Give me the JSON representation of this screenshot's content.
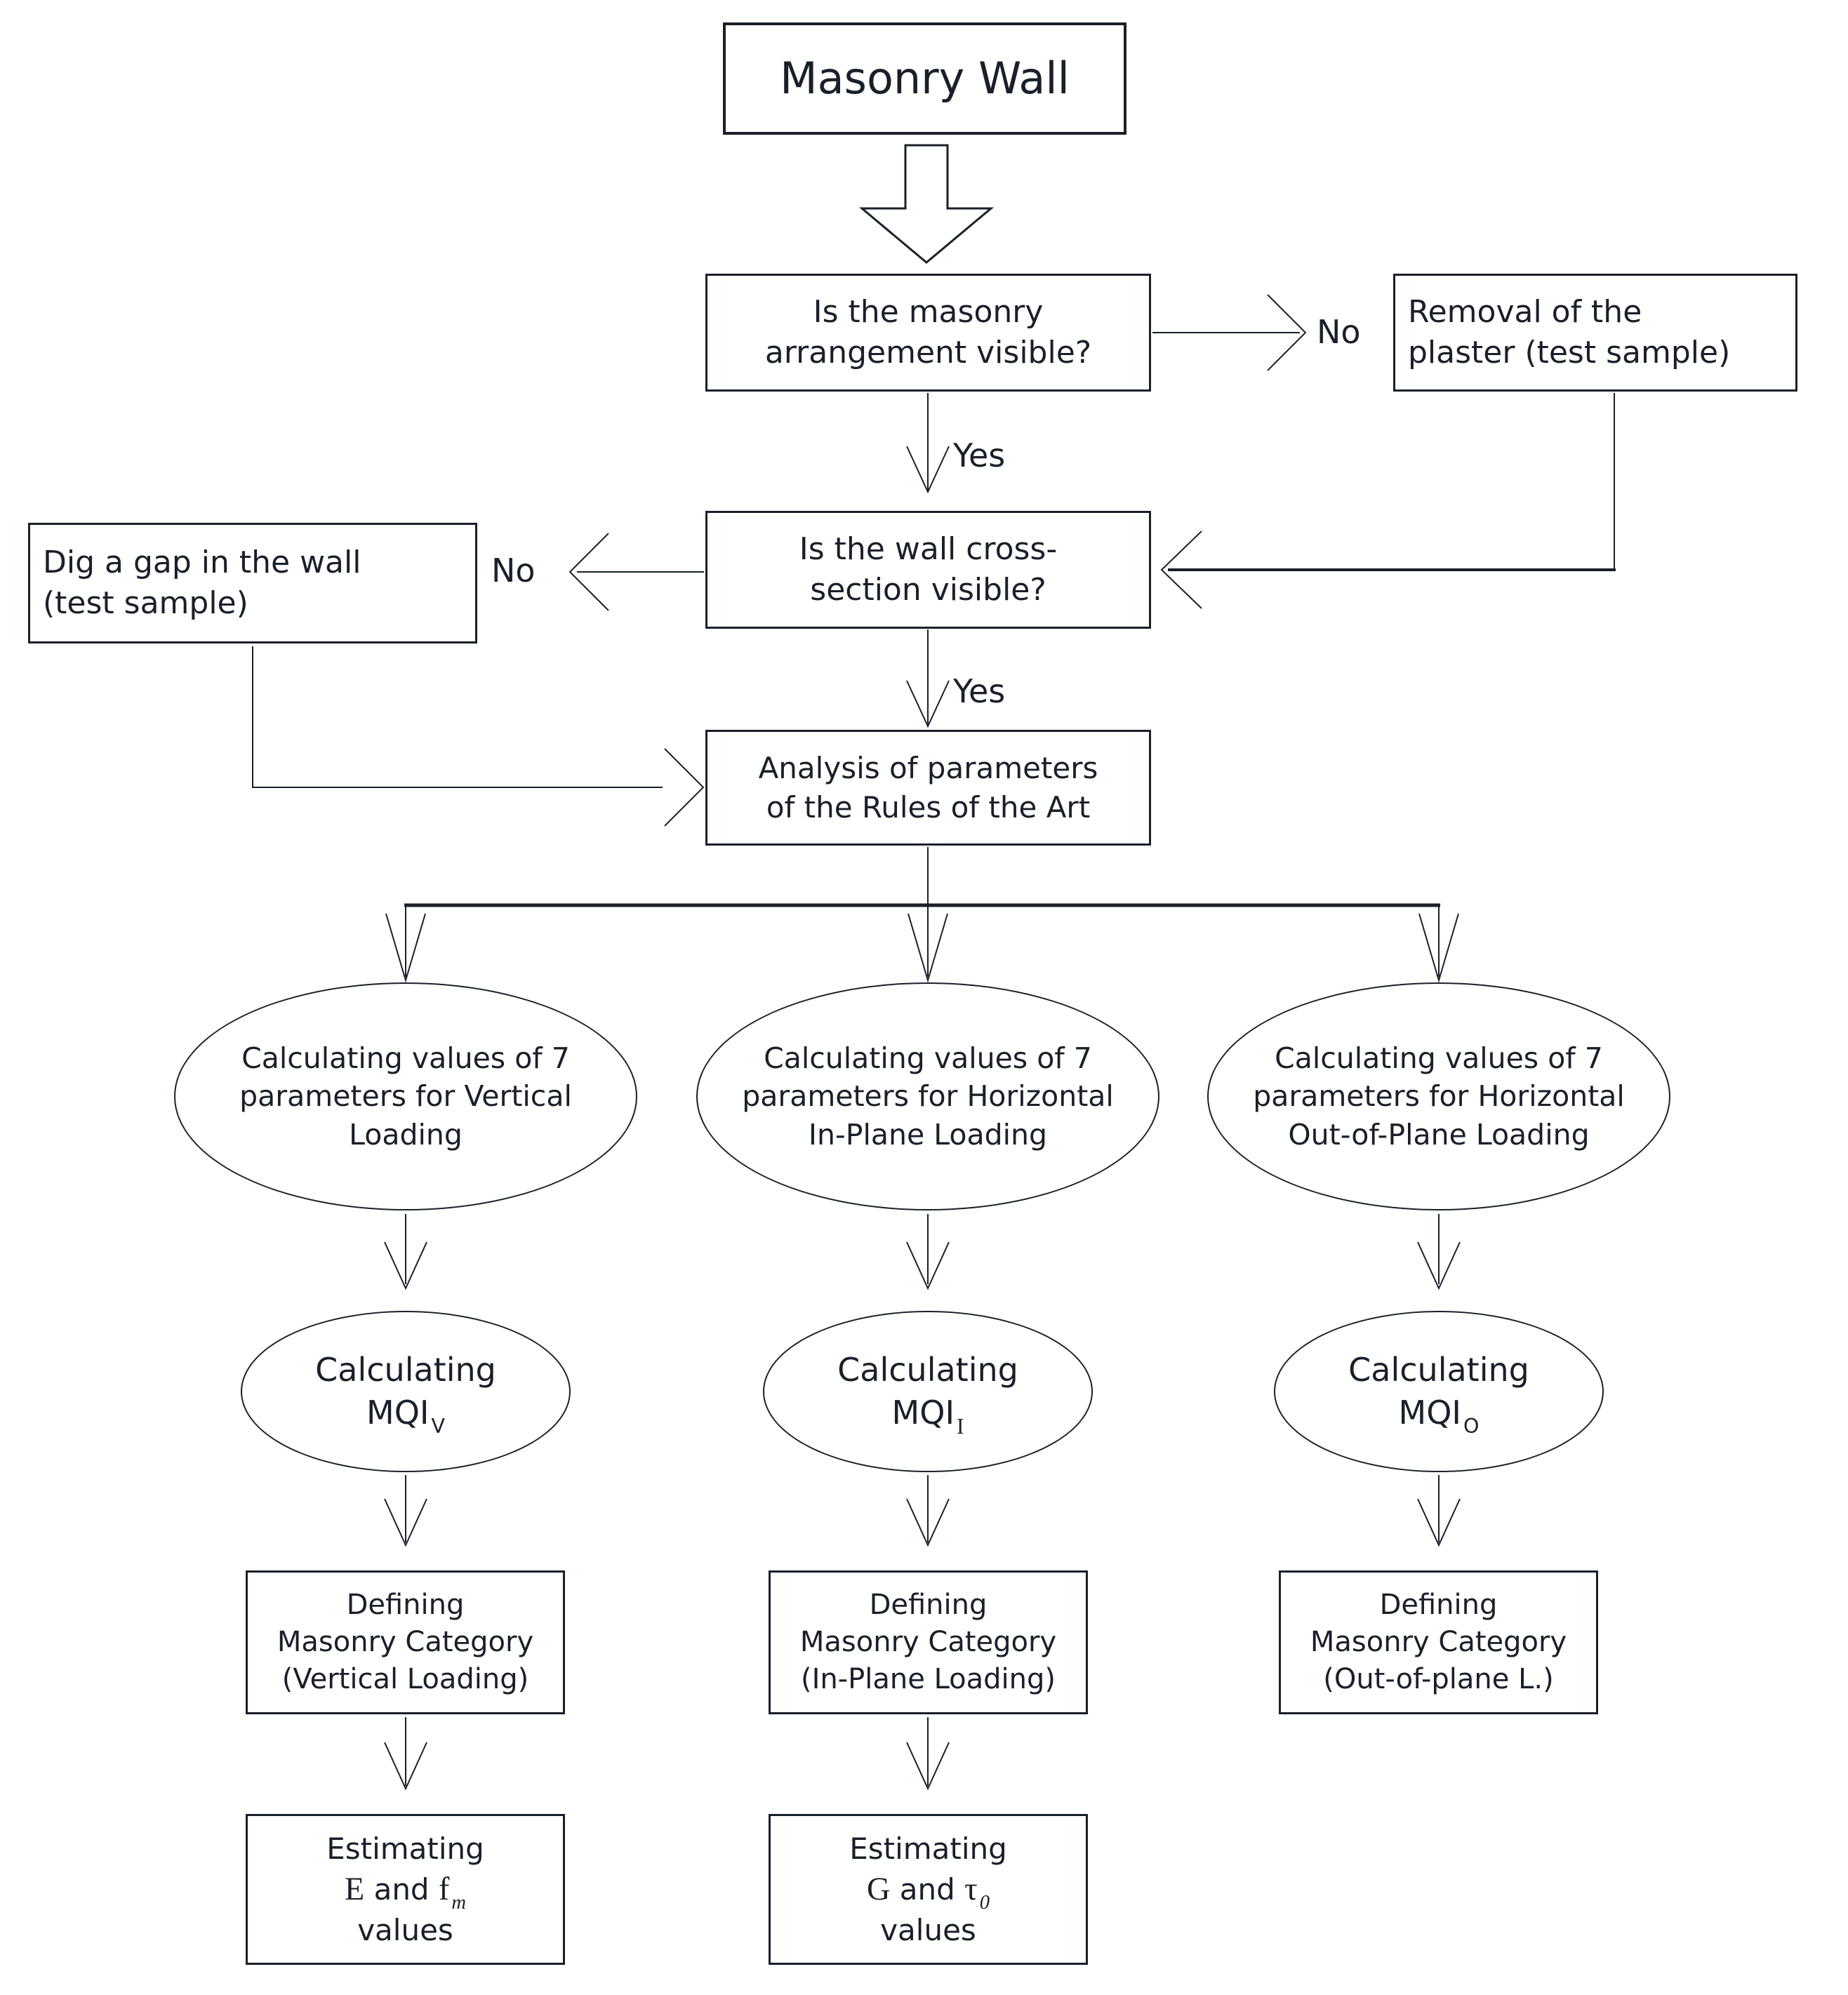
{
  "title": "Masonry Wall",
  "labels": {
    "no1": "No",
    "yes1": "Yes",
    "no2": "No",
    "yes2": "Yes"
  },
  "nodes": {
    "q_arrangement": {
      "lines": [
        "Is the masonry",
        "arrangement visible?"
      ]
    },
    "removal": {
      "lines": [
        "Removal of the",
        "plaster (test sample)"
      ]
    },
    "q_cross_section": {
      "lines": [
        "Is the wall cross-",
        "section visible?"
      ]
    },
    "dig_gap": {
      "lines": [
        "Dig a gap in the wall",
        "(test sample)"
      ]
    },
    "analysis": {
      "lines": [
        "Analysis of parameters",
        "of the Rules of the Art"
      ]
    },
    "calc_vertical": {
      "lines": [
        "Calculating values of 7",
        "parameters for Vertical",
        "Loading"
      ]
    },
    "calc_inplane": {
      "lines": [
        "Calculating values of 7",
        "parameters for Horizontal",
        "In-Plane Loading"
      ]
    },
    "calc_outplane": {
      "lines": [
        "Calculating values of 7",
        "parameters for Horizontal",
        "Out-of-Plane Loading"
      ]
    },
    "mqi_v": {
      "prefix": "Calculating",
      "base": "MQI",
      "sub": "V"
    },
    "mqi_i": {
      "prefix": "Calculating",
      "base": "MQI",
      "sub": "I"
    },
    "mqi_o": {
      "prefix": "Calculating",
      "base": "MQI",
      "sub": "O"
    },
    "def_vertical": {
      "lines": [
        "Defining",
        "Masonry Category",
        "(Vertical Loading)"
      ]
    },
    "def_inplane": {
      "lines": [
        "Defining",
        "Masonry Category",
        "(In-Plane Loading)"
      ]
    },
    "def_outplane": {
      "lines": [
        "Defining",
        "Masonry Category",
        "(Out-of-plane L.)"
      ]
    },
    "est_e": {
      "line1": "Estimating",
      "sym1": "E",
      "conj": "and",
      "sym2": "f",
      "sub": "m",
      "line3": "values"
    },
    "est_g": {
      "line1": "Estimating",
      "sym1": "G",
      "conj": "and",
      "sym2": "τ",
      "sub": "0",
      "line3": "values"
    }
  },
  "colors": {
    "ink": "#1a202a",
    "background": "#ffffff"
  }
}
